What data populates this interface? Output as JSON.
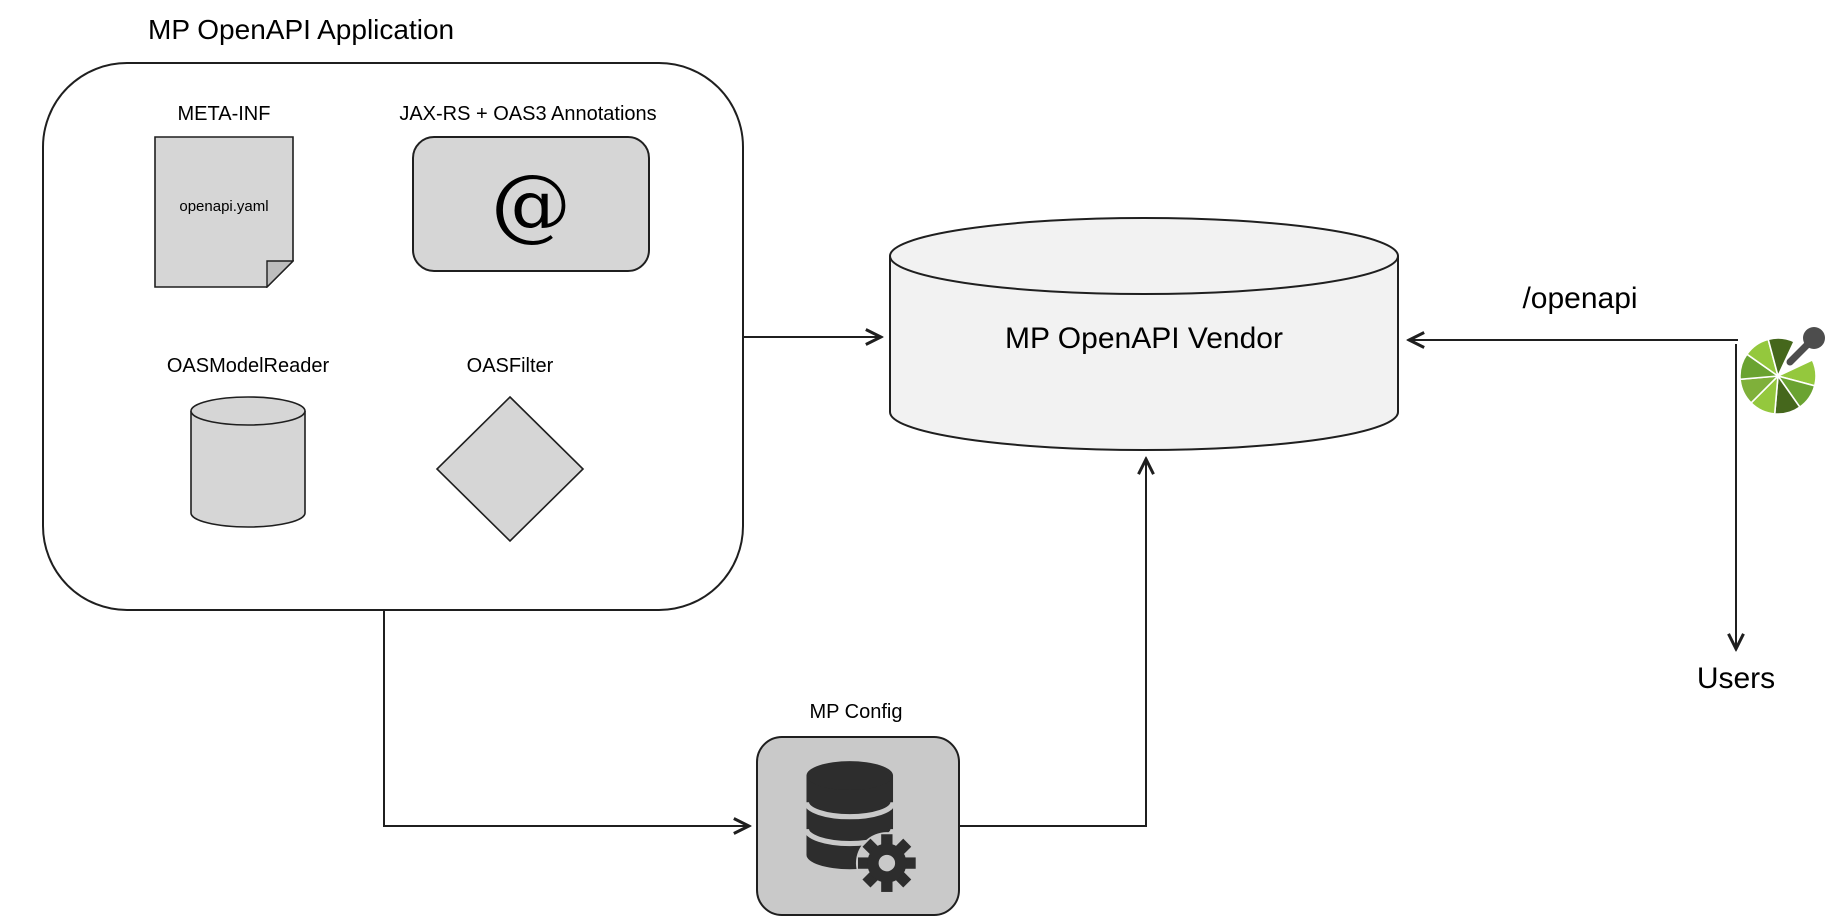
{
  "diagram": {
    "title": "MP OpenAPI Application",
    "app": {
      "meta_inf_label": "META-INF",
      "file_name": "openapi.yaml",
      "annotations_label": "JAX-RS + OAS3 Annotations",
      "annotations_glyph": "@",
      "model_reader_label": "OASModelReader",
      "filter_label": "OASFilter"
    },
    "vendor_label": "MP OpenAPI Vendor",
    "config_label": "MP Config",
    "endpoint_label": "/openapi",
    "users_label": "Users",
    "icons": {
      "file": "document-icon",
      "annotations": "at-symbol-icon",
      "model_reader": "cylinder-icon",
      "filter": "diamond-icon",
      "vendor": "database-cylinder-icon",
      "config": "database-gear-icon",
      "endpoint": "openapi-pinwheel-icon"
    },
    "colors": {
      "shape_fill": "#d6d6d6",
      "fold_fill": "#bdbdbd",
      "vendor_fill": "#f2f2f2",
      "config_fill": "#c9c9c9",
      "stroke": "#1f1f1f",
      "icon_dark": "#2d2d2d",
      "logo_green_1": "#94c83d",
      "logo_green_2": "#6aa331",
      "logo_green_3": "#45671c",
      "logo_green_4": "#7fb03a",
      "logo_gray": "#4d4d4d"
    }
  }
}
